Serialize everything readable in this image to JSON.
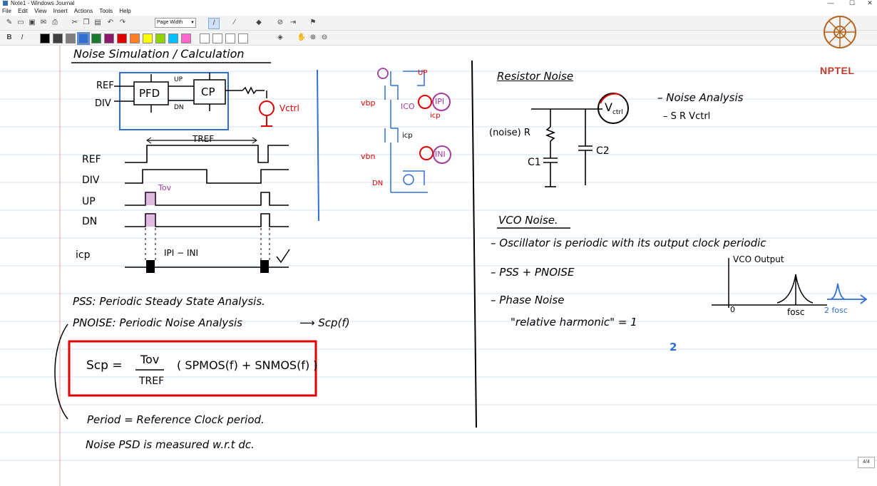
{
  "window": {
    "title": "Note1 - Windows Journal",
    "min": "—",
    "max": "☐",
    "close": "✕"
  },
  "menu": [
    "File",
    "Edit",
    "View",
    "Insert",
    "Actions",
    "Tools",
    "Help"
  ],
  "toolbar": {
    "zoom_value": "Page Width"
  },
  "colors": [
    "#000000",
    "#3f3f3f",
    "#7f7f7f",
    "#2f6fd6",
    "#1a7a30",
    "#8b1a6b",
    "#e00000",
    "#ff7f27",
    "#ffff00",
    "#8fd400",
    "#00c0ff",
    "#ff66cc",
    "#ffffff",
    "#ffffff",
    "#ffffff",
    "#ffffff"
  ],
  "selected_color_index": 3,
  "logo": {
    "text": "NPTEL"
  },
  "page_counter": "4/4",
  "notes": {
    "heading": "Noise Simulation / Calculation",
    "pfd": "PFD",
    "cp": "CP",
    "ref": "REF",
    "div": "DIV",
    "up": "UP",
    "dn": "DN",
    "vctrl": "Vctrl",
    "tref": "TREF",
    "tov": "Tov",
    "wave_ref": "REF",
    "wave_div": "DIV",
    "wave_up": "UP",
    "wave_dn": "DN",
    "wave_icp": "icp",
    "ipinn": "IPI − INI",
    "pss": "PSS: Periodic Steady State Analysis.",
    "pnoise": "PNOISE: Periodic Noise Analysis",
    "arrow_scp": "⟶  Scp(f)",
    "formula_left": "Scp =",
    "formula_num": "Tov",
    "formula_den": "TREF",
    "formula_right": "( SPMOS(f) + SNMOS(f) )",
    "period": "Period = Reference Clock period.",
    "noisepsd": "Noise PSD is measured w.r.t dc.",
    "vbp": "vbp",
    "vbn": "vbn",
    "up2": "UP",
    "dn2": "DN",
    "ico": "ICO",
    "ip1": "IPI",
    "in1": "INI",
    "icp2": "icp",
    "icp3": "icp",
    "resistor_noise": "Resistor Noise",
    "noise_analysis": "– Noise Analysis",
    "svctrl": "– S R Vctrl",
    "noise_r": "(noise) R",
    "c1": "C1",
    "c2": "C2",
    "vco_noise": "VCO Noise.",
    "osc": "– Oscillator is periodic with its output clock periodic",
    "pss_pnoise": "– PSS + PNOISE",
    "phase_noise": "– Phase Noise",
    "rel_harm": "\"relative harmonic\" = 1",
    "two": "2",
    "vco_output": "VCO Output",
    "zero": "0",
    "fosc": "fosc",
    "two_fosc": "2 fosc"
  }
}
